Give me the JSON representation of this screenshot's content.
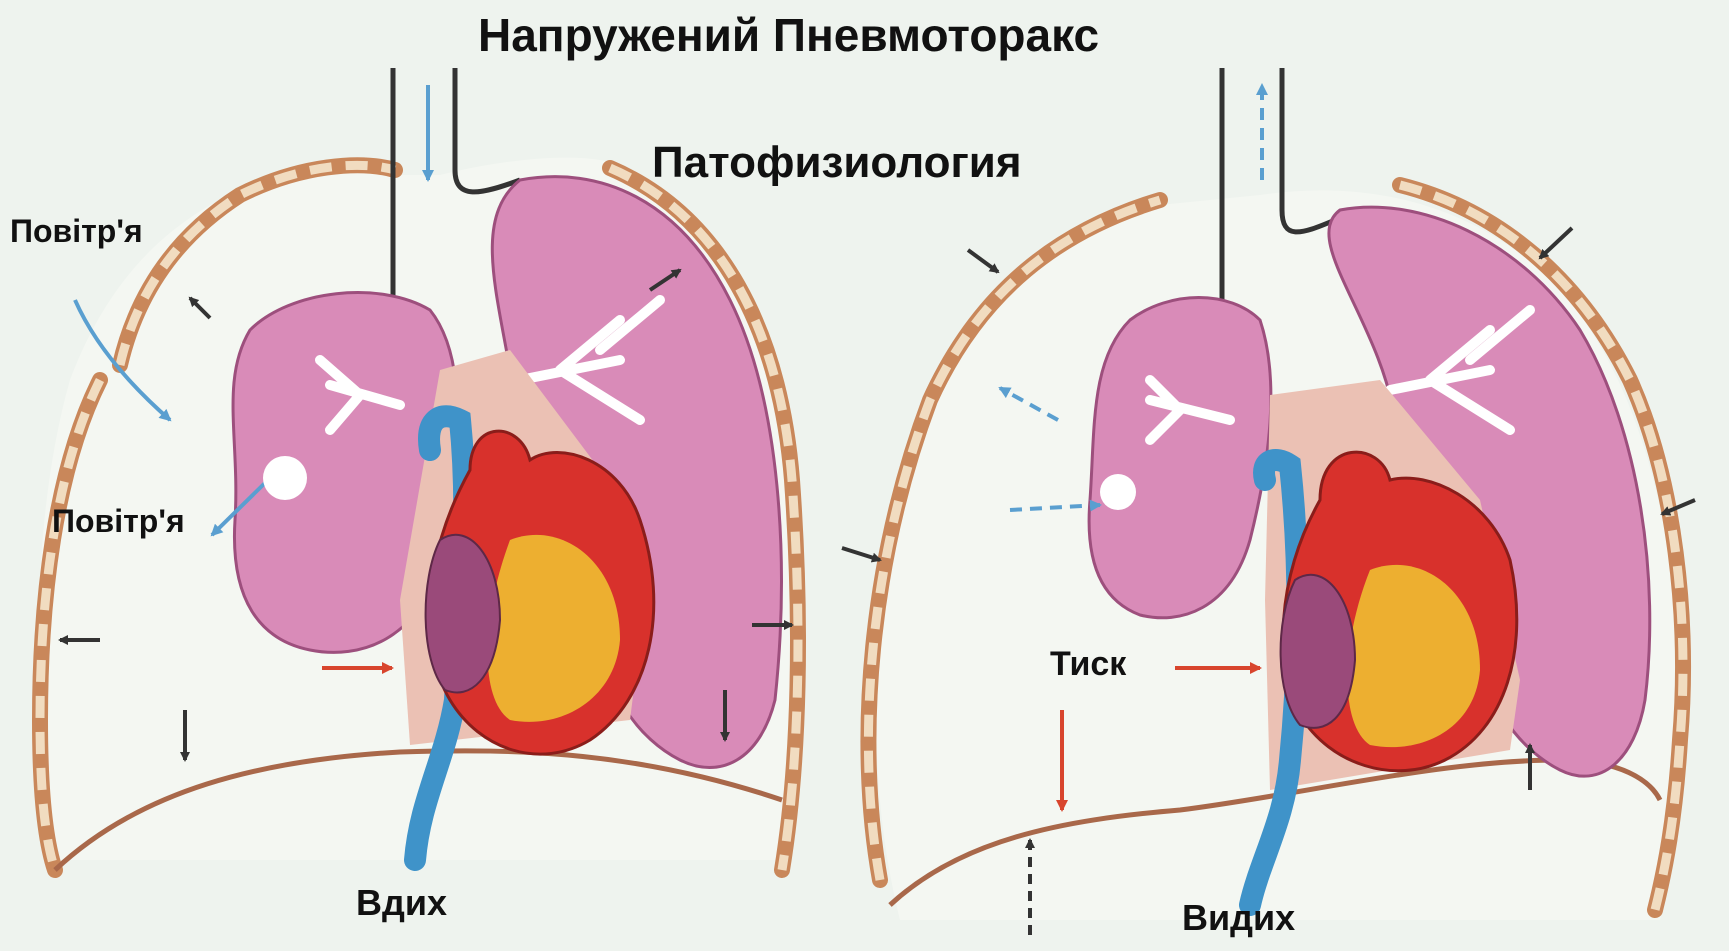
{
  "labels": {
    "title": "Напружений Пневмоторакс",
    "subtitle": "Патофизиология",
    "air_in": "Повітр'я",
    "air_leak": "Повітр'я",
    "inhale": "Вдих",
    "pressure": "Тиск",
    "exhale": "Видих"
  },
  "colors": {
    "background": "#eef3ee",
    "lung": "#d98bb8",
    "chest_wall": "#c9875a",
    "heart_red": "#d8312c",
    "heart_yellow": "#f1c531",
    "vessel_blue": "#3f93c9",
    "air_arrow_blue": "#5a9fd0",
    "pressure_arrow_red": "#d8452d",
    "force_arrow": "#333333"
  }
}
